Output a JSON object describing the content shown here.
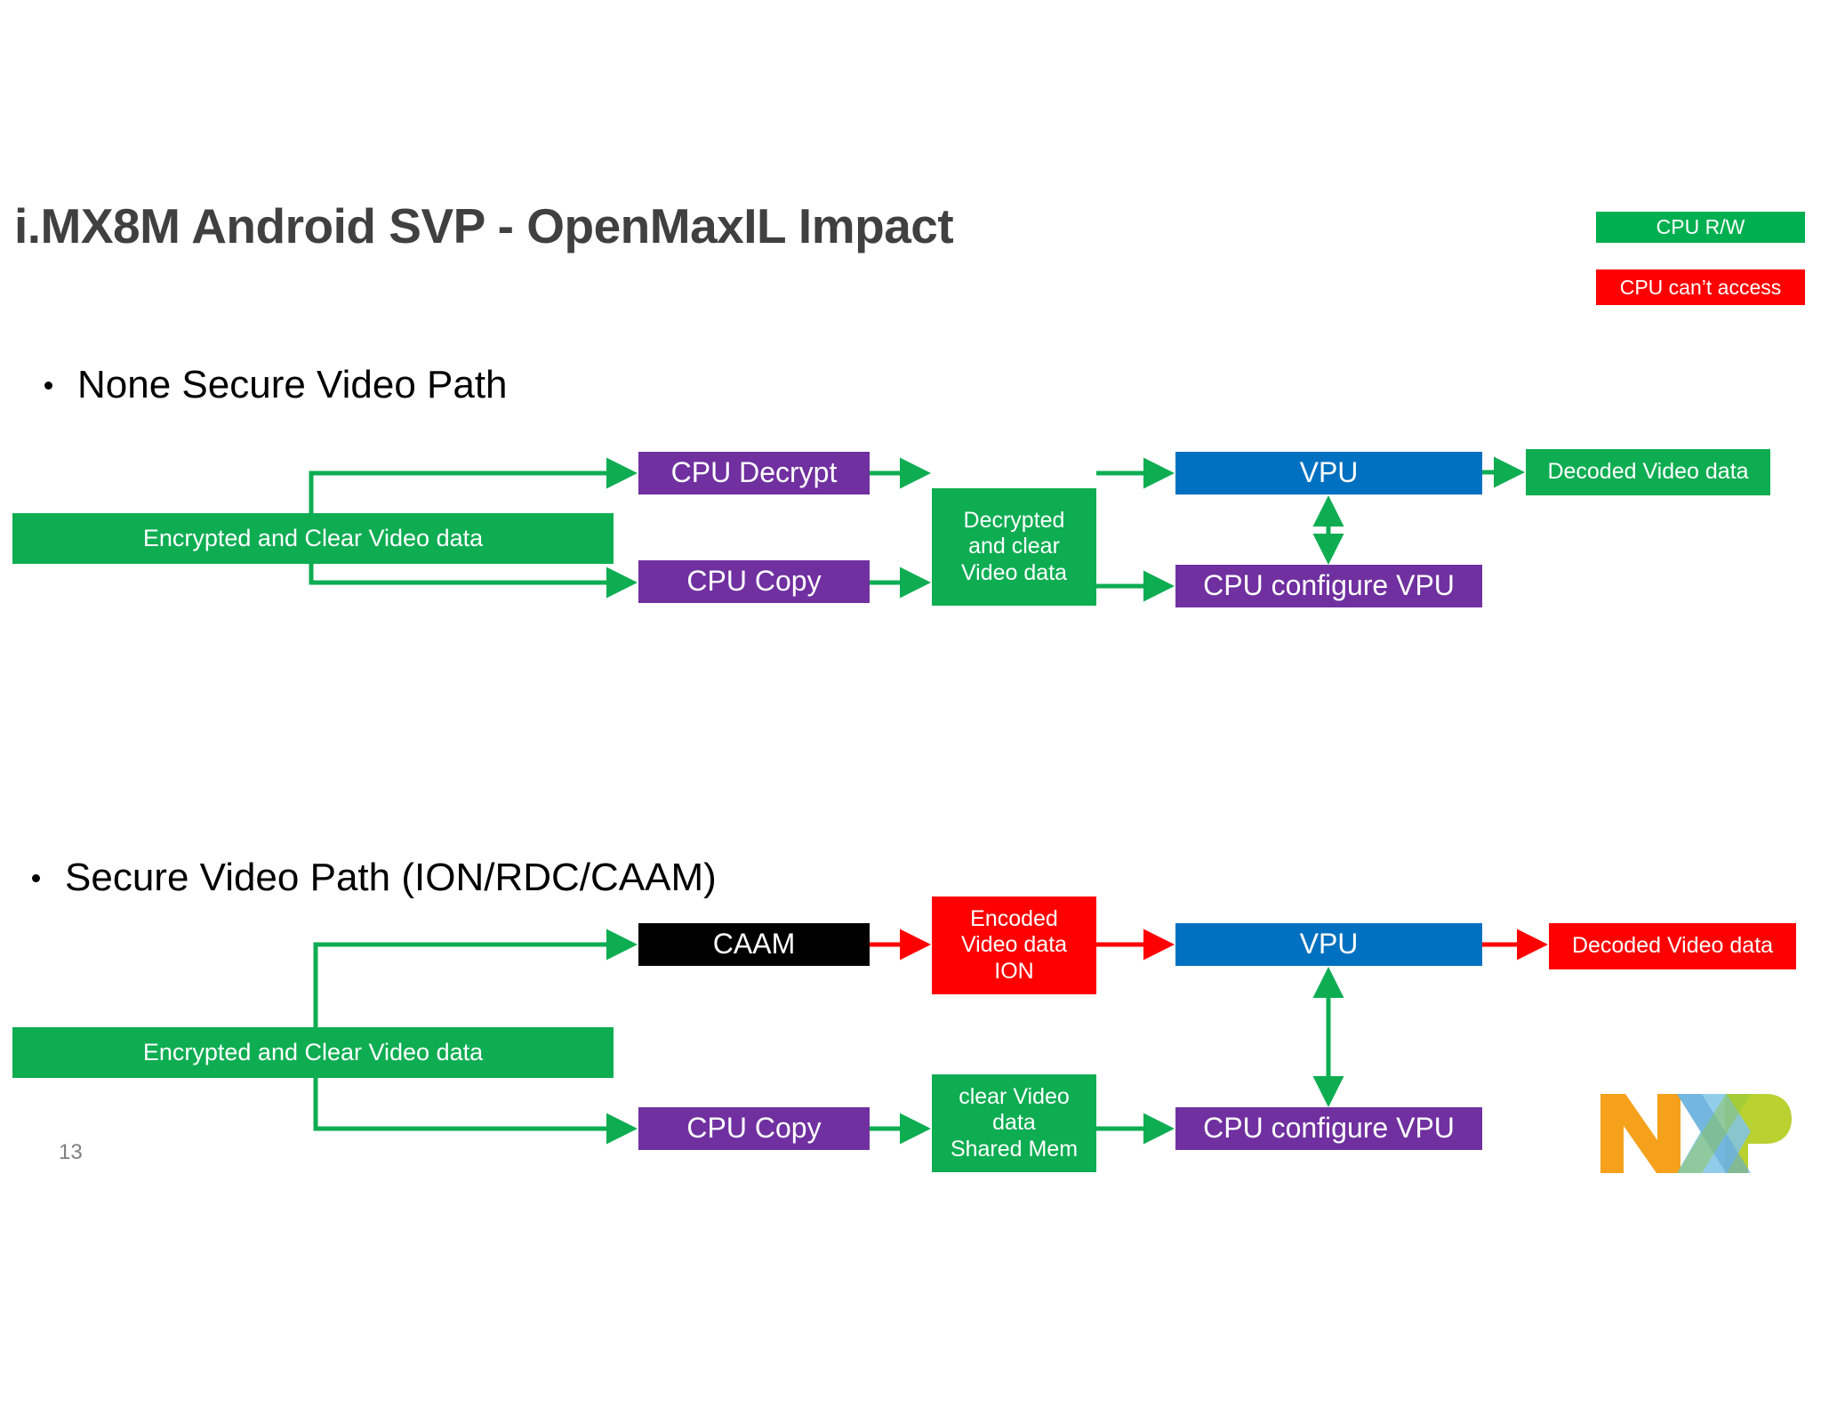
{
  "slide": {
    "title": "i.MX8M Android SVP - OpenMaxIL Impact",
    "page_number": "13",
    "logo": "nxp-logo"
  },
  "legend": {
    "items": [
      {
        "label": "CPU R/W",
        "color": "#00B050",
        "name": "cpu-read-write"
      },
      {
        "label": "CPU can’t access",
        "color": "#FF0000",
        "name": "cpu-no-access"
      }
    ]
  },
  "sections": [
    {
      "id": "none-secure",
      "bullet": "None Secure Video Path"
    },
    {
      "id": "secure",
      "bullet": "Secure Video Path (ION/RDC/CAAM)"
    }
  ],
  "diagram_none_secure": {
    "nodes": {
      "source": {
        "label": "Encrypted and Clear Video data",
        "color": "#0EAD52"
      },
      "cpu_decrypt": {
        "label": "CPU Decrypt",
        "color": "#7030A0"
      },
      "cpu_copy": {
        "label": "CPU Copy",
        "color": "#7030A0"
      },
      "decrypted": {
        "line1": "Decrypted",
        "line2": "and clear",
        "line3": "Video data",
        "color": "#0EAD52"
      },
      "vpu": {
        "label": "VPU",
        "color": "#0070C0"
      },
      "cpu_configure_vpu": {
        "label": "CPU configure VPU",
        "color": "#7030A0"
      },
      "decoded": {
        "label": "Decoded Video data",
        "color": "#0EAD52"
      }
    },
    "arrow_color": "#0EAD52"
  },
  "diagram_secure": {
    "nodes": {
      "source": {
        "label": "Encrypted and Clear Video data",
        "color": "#0EAD52"
      },
      "caam": {
        "label": "CAAM",
        "color": "#000000"
      },
      "cpu_copy": {
        "label": "CPU Copy",
        "color": "#7030A0"
      },
      "encoded": {
        "line1": "Encoded",
        "line2": "Video data",
        "line3": "ION",
        "color": "#FF0000"
      },
      "clear_shared": {
        "line1": "clear Video",
        "line2": "data",
        "line3": "Shared Mem",
        "color": "#0EAD52"
      },
      "vpu": {
        "label": "VPU",
        "color": "#0070C0"
      },
      "cpu_configure_vpu": {
        "label": "CPU configure VPU",
        "color": "#7030A0"
      },
      "decoded": {
        "label": "Decoded Video data",
        "color": "#FF0000"
      }
    },
    "arrow_color_secure": "#FF0000",
    "arrow_color_clear": "#0EAD52"
  }
}
